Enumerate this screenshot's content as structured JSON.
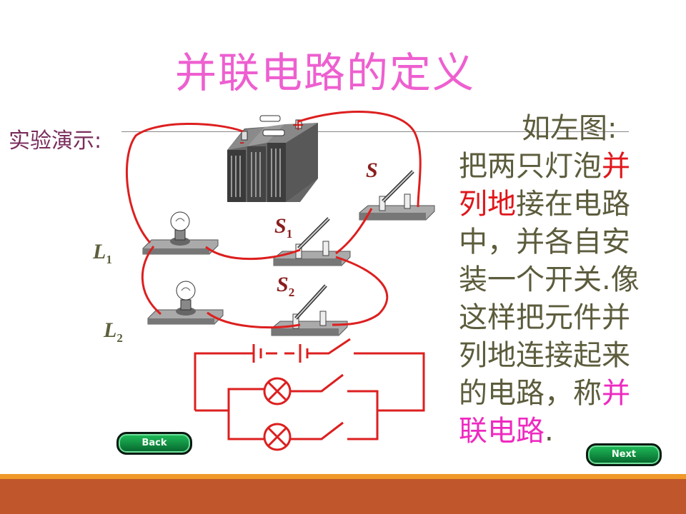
{
  "title": "并联电路的定义",
  "demo_label": "实验演示:",
  "side_text": {
    "line1": "如左图:",
    "seg1": "把两只灯泡",
    "seg2": "并列地",
    "seg3": "接在电路中，并各自安装一个开关.像这样把元件并列地连接起来的电路，称",
    "seg4": "并联电路",
    "seg5": "."
  },
  "labels": {
    "s_main": "S",
    "s1": "S",
    "s1_sub": "1",
    "s2": "S",
    "s2_sub": "2",
    "l1": "L",
    "l1_sub": "1",
    "l2": "L",
    "l2_sub": "2",
    "battery_plus": "+",
    "battery_minus": "-"
  },
  "buttons": {
    "back": "Back",
    "next": "Next"
  },
  "colors": {
    "title": "#ee5fd0",
    "wire": "#dd1f1f",
    "footer": "#c0562c",
    "footer_stripe": "#f09a2a"
  }
}
